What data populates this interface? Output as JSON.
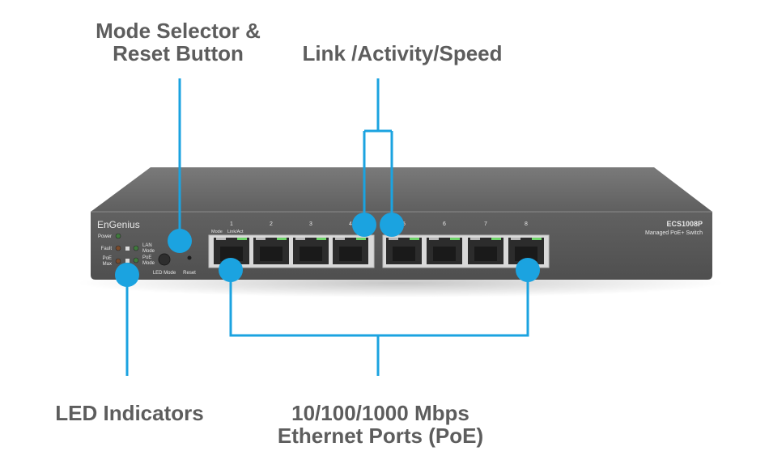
{
  "callouts": {
    "mode_selector": {
      "line1": "Mode Selector &",
      "line2": "Reset Button"
    },
    "link_activity": {
      "label": "Link /Activity/Speed"
    },
    "led_indicators": {
      "label": "LED Indicators"
    },
    "ethernet_ports": {
      "line1": "10/100/1000 Mbps",
      "line2": "Ethernet Ports (PoE)"
    }
  },
  "device": {
    "brand": "EnGenius",
    "model": "ECS1008P",
    "subtitle": "Managed PoE+ Switch",
    "led_labels": {
      "power": "Power",
      "fault": "Fault",
      "poe_max_1": "PoE",
      "poe_max_2": "Max",
      "lan_mode_1": "LAN",
      "lan_mode_2": "Mode",
      "poe_mode_1": "PoE",
      "poe_mode_2": "Mode"
    },
    "button_labels": {
      "led_mode": "LED Mode",
      "reset": "Reset"
    },
    "port_header_labels": {
      "mode": "Mode",
      "link_act": "Link/Act"
    },
    "port_numbers": [
      "1",
      "2",
      "3",
      "4",
      "5",
      "6",
      "7",
      "8"
    ]
  },
  "colors": {
    "accent": "#1ba3e0",
    "label_text": "#5d5d5d",
    "chassis_top": "#6e6e6e",
    "chassis_front": "#5a5a5a",
    "port_led": "#6fd36a"
  }
}
